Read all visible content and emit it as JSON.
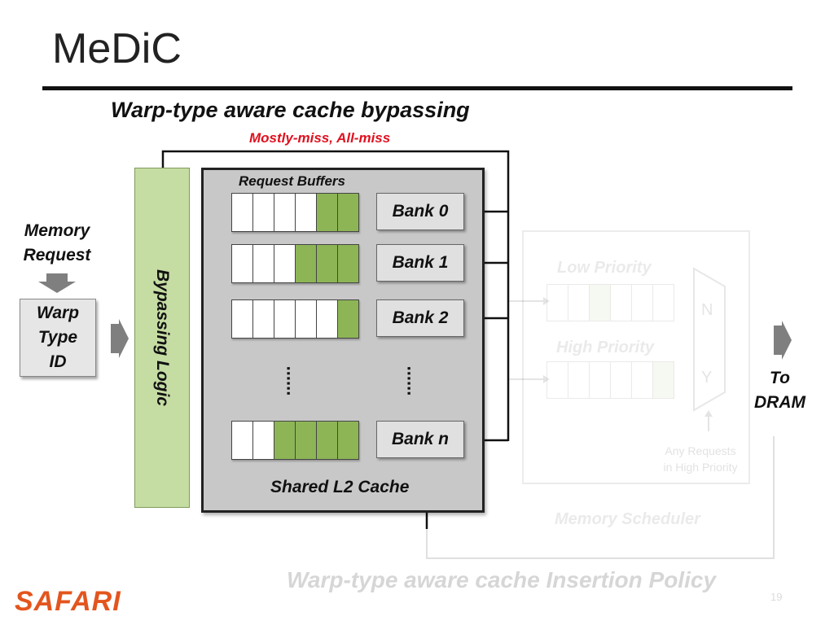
{
  "slide": {
    "title": "MeDiC",
    "subtitle": "Warp-type aware cache bypassing",
    "subnote": "Mostly-miss, All-miss"
  },
  "left": {
    "memory_request_line1": "Memory",
    "memory_request_line2": "Request",
    "warp_line1": "Warp",
    "warp_line2": "Type",
    "warp_line3": "ID",
    "bypassing_logic": "Bypassing Logic"
  },
  "cache": {
    "request_buffers_label": "Request Buffers",
    "shared_l2_label": "Shared L2 Cache",
    "dots": "......",
    "banks": [
      "Bank 0",
      "Bank 1",
      "Bank 2",
      "Bank n"
    ],
    "buffer_green_slots": [
      2,
      3,
      1,
      4
    ],
    "slots_per_buffer": 6
  },
  "scheduler": {
    "low_priority": "Low Priority",
    "high_priority": "High Priority",
    "mux_n": "N",
    "mux_y": "Y",
    "any_requests_line1": "Any Requests",
    "any_requests_line2": "in High Priority",
    "memory_scheduler": "Memory Scheduler"
  },
  "right": {
    "to_dram_line1": "To",
    "to_dram_line2": "DRAM"
  },
  "footer": {
    "policy": "Warp-type aware cache Insertion Policy",
    "logo": "SAFARI",
    "page": "19"
  },
  "colors": {
    "buffer_green": "#8db556",
    "bypass_green": "#c5dda3",
    "safari_orange": "#e3551e",
    "subnote_red": "#e0101e"
  }
}
